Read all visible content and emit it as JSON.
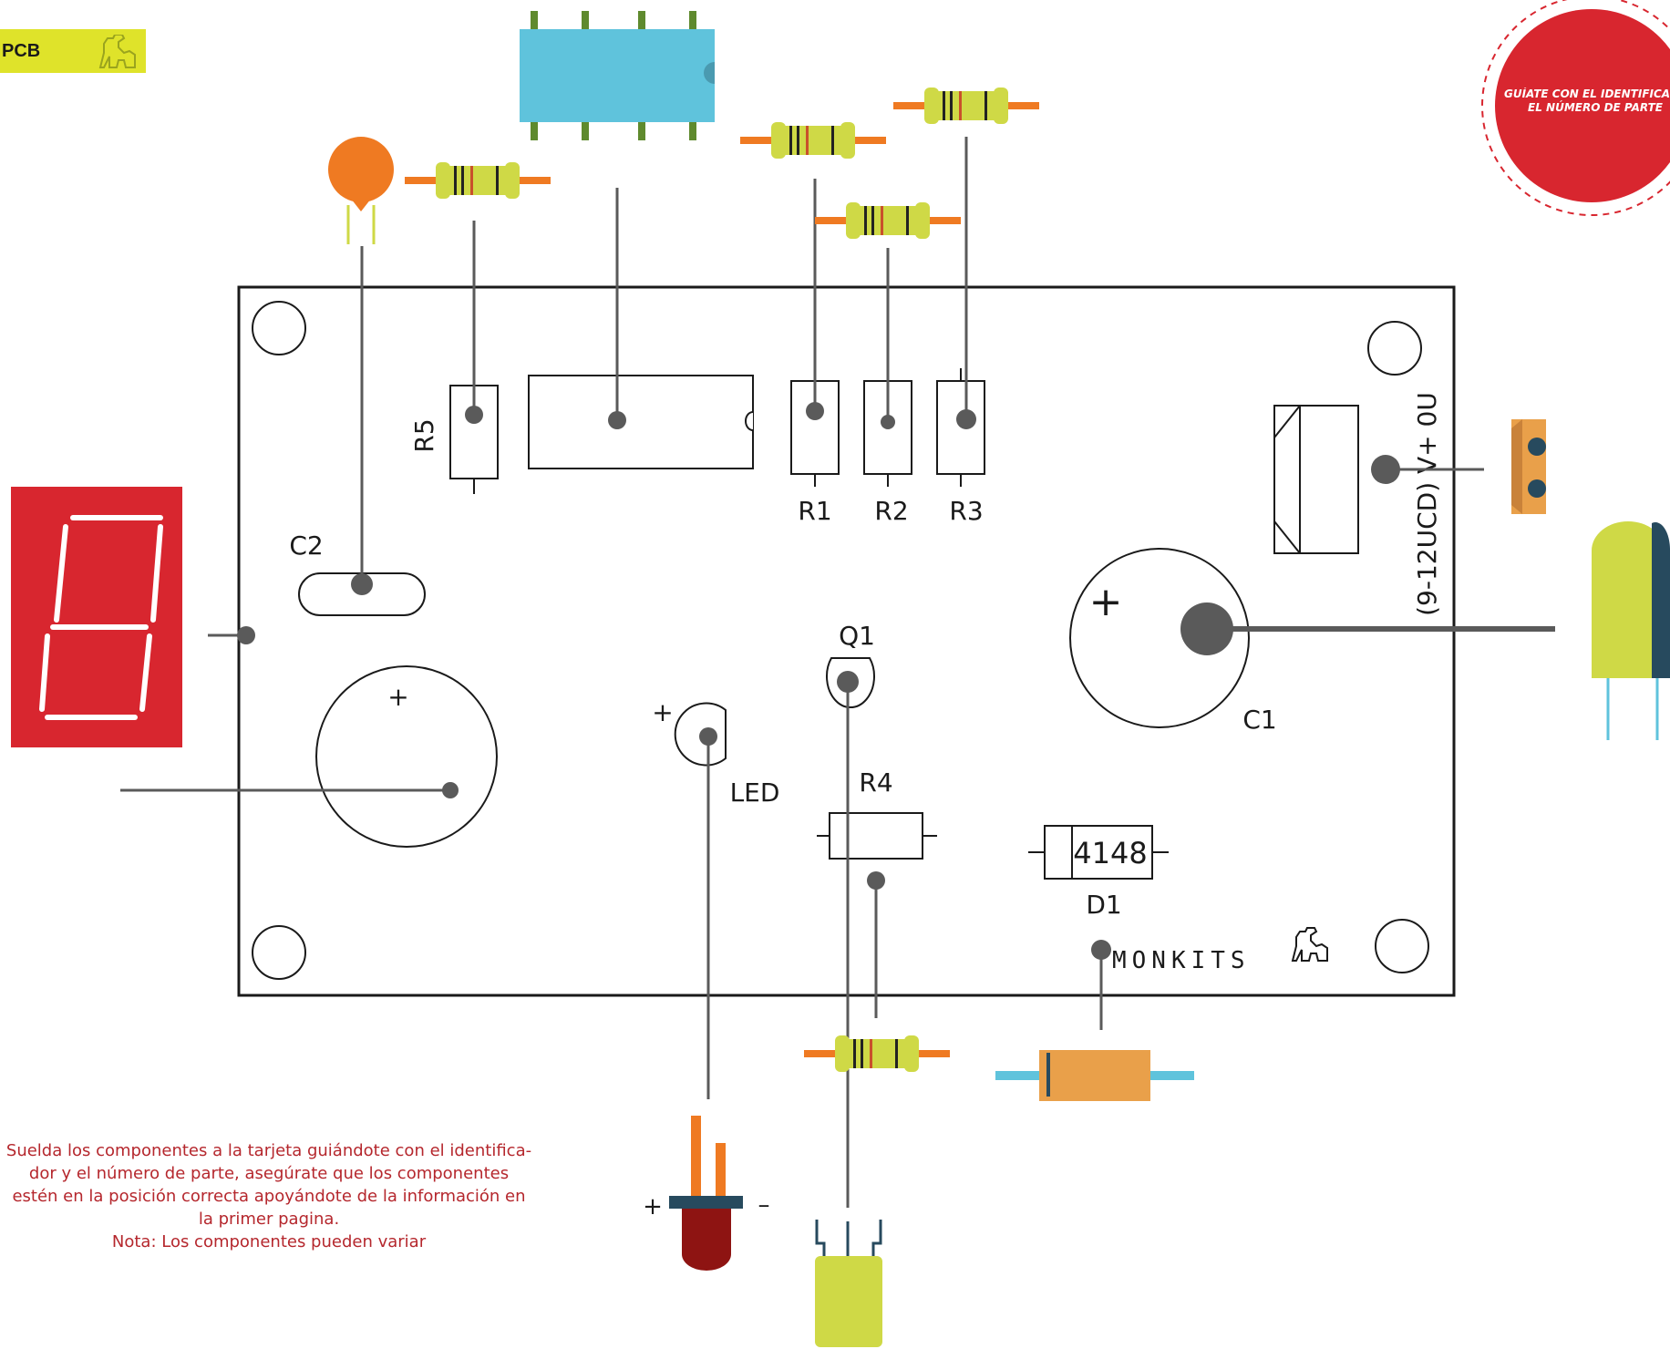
{
  "header": {
    "tag_label": "PCB"
  },
  "tip": {
    "line1": "GUÍATE CON EL IDENTIFICADOR Y",
    "line2": "EL NÚMERO DE PARTE"
  },
  "board": {
    "labels": {
      "r5": "R5",
      "r1": "R1",
      "r2": "R2",
      "r3": "R3",
      "c2": "C2",
      "q1": "Q1",
      "led": "LED",
      "r4": "R4",
      "c1": "C1",
      "d1": "D1",
      "d1_part": "4148",
      "power": "(9-12UCD) V+ 0U",
      "c1_plus": "+",
      "c_left_plus": "+",
      "led_plus": "+",
      "brand": "MONKITS"
    }
  },
  "loose_led": {
    "plus": "+",
    "minus": "–"
  },
  "instructions": {
    "line1": "Suelda los componentes a la tarjeta guiándote con el identifica-",
    "line2": "dor y el número de parte, asegúrate que los componentes",
    "line3": "estén en la posición correcta apoyándote de la información en",
    "line4": "la primer pagina.",
    "line5": "Nota: Los componentes pueden variar"
  },
  "colors": {
    "pcb_tag": "#dfe32a",
    "resistor_body": "#cfd946",
    "resistor_lead": "#ef7a22",
    "ic_body": "#5fc3dc",
    "ic_pin": "#5f8a2e",
    "ceramic_cap": "#ef7a22",
    "display": "#d8262f",
    "tip_circle": "#d8262f",
    "diode_body": "#e9a04a",
    "diode_lead": "#5fc3dc",
    "led_body": "#8e1412",
    "connector": "#e9a04a",
    "leader_line": "#5a5a5a",
    "instructions_text": "#b5272d"
  }
}
